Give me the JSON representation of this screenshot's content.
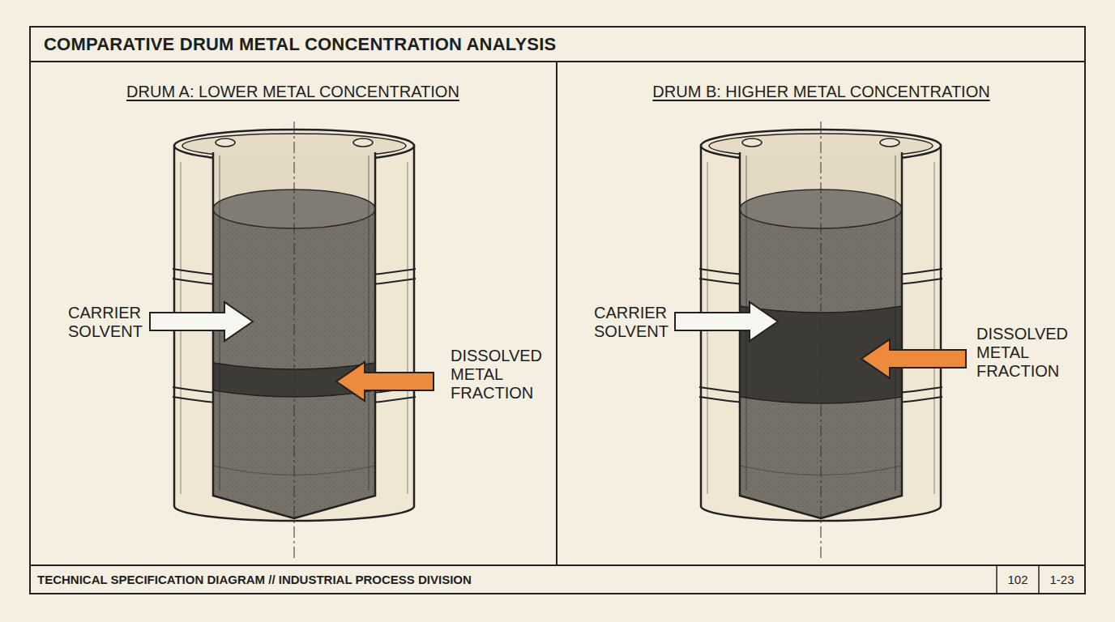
{
  "diagram": {
    "title": "COMPARATIVE DRUM METAL CONCENTRATION ANALYSIS",
    "nodes": [
      {
        "text": [
          "DRUM A: LOWER METAL CONCENTRATION"
        ]
      },
      {
        "text": [
          "DRUM B: HIGHER METAL CONCENTRATION"
        ]
      }
    ],
    "labels": [
      "CARRIER SOLVENT",
      "DISSOLVED METAL FRACTION",
      "CARRIER SOLVENT",
      "DISSOLVED METAL FRACTION",
      "TECHNICAL SPECIFICATION DIAGRAM // INDUSTRIAL PROCESS DIVISION",
      "102",
      "1-23"
    ]
  }
}
